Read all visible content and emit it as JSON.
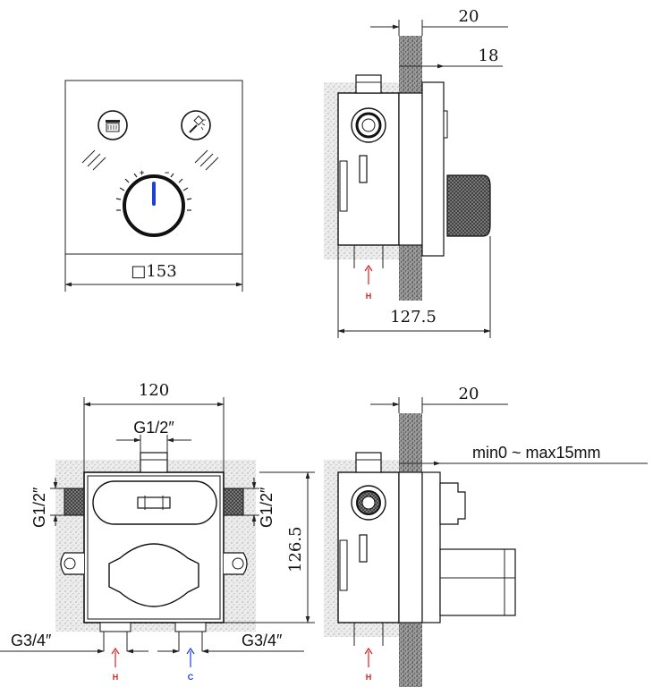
{
  "front_view": {
    "size_label": "□153"
  },
  "side_view_top": {
    "depth_label": "127.5",
    "wall_label": "20",
    "cover_label": "18",
    "inlet_label": "H"
  },
  "front_body_view": {
    "width_label": "120",
    "height_label": "126.5",
    "top_port_label": "G1/2″",
    "left_port_label": "G1/2″",
    "right_port_label": "G1/2″",
    "bottom_left_port_label": "G3/4″",
    "bottom_right_port_label": "G3/4″",
    "hot_label": "H",
    "cold_label": "C"
  },
  "side_view_bottom": {
    "wall_label": "20",
    "range_label": "min0 ~ max15mm",
    "inlet_label": "H"
  },
  "colors": {
    "line": "#222222",
    "hot_arrow": "#d42020",
    "cold_arrow": "#2040d0",
    "concrete": "#dcdcdc",
    "wall_hatch": "#555555"
  }
}
